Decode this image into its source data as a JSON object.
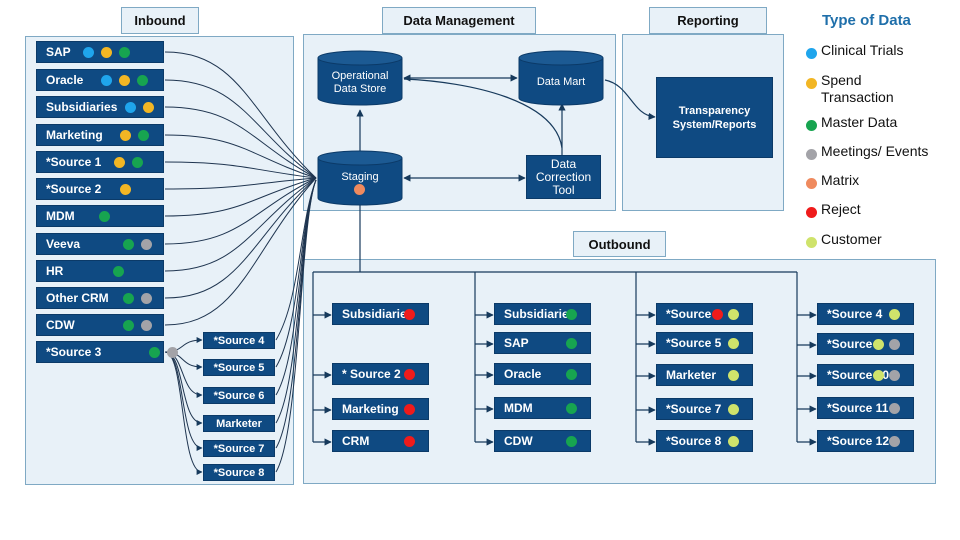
{
  "colors": {
    "clinical": "#1fa5ec",
    "spend": "#f2b624",
    "master": "#17a450",
    "meetings": "#a3a3a8",
    "matrix": "#ef8a5e",
    "reject": "#ef1b1b",
    "customer": "#cfe36b",
    "node": "#0f4a82",
    "panel": "#e8f1f8"
  },
  "sections": {
    "inbound": "Inbound",
    "data_management": "Data Management",
    "reporting": "Reporting",
    "outbound": "Outbound"
  },
  "legend": {
    "title": "Type of Data",
    "items": [
      {
        "key": "clinical",
        "label": "Clinical Trials"
      },
      {
        "key": "spend",
        "label": "Spend Transaction"
      },
      {
        "key": "master",
        "label": "Master Data"
      },
      {
        "key": "meetings",
        "label": "Meetings/ Events"
      },
      {
        "key": "matrix",
        "label": "Matrix"
      },
      {
        "key": "reject",
        "label": "Reject"
      },
      {
        "key": "customer",
        "label": "Customer"
      }
    ]
  },
  "inbound": {
    "sources": [
      {
        "label": "SAP",
        "dots": [
          "clinical",
          "spend",
          "master"
        ]
      },
      {
        "label": "Oracle",
        "dots": [
          "clinical",
          "spend",
          "master"
        ]
      },
      {
        "label": "Subsidiaries",
        "dots": [
          "clinical",
          "spend"
        ]
      },
      {
        "label": "Marketing",
        "dots": [
          "spend",
          "master"
        ]
      },
      {
        "label": "*Source 1",
        "dots": [
          "spend",
          "master"
        ]
      },
      {
        "label": "*Source 2",
        "dots": [
          "spend"
        ]
      },
      {
        "label": "MDM",
        "dots": [
          "master"
        ]
      },
      {
        "label": "Veeva",
        "dots": [
          "master",
          "meetings"
        ]
      },
      {
        "label": "HR",
        "dots": [
          "master"
        ]
      },
      {
        "label": "Other CRM",
        "dots": [
          "master",
          "meetings"
        ]
      },
      {
        "label": "CDW",
        "dots": [
          "master",
          "meetings"
        ]
      },
      {
        "label": "*Source 3",
        "dots": [
          "master",
          "meetings"
        ]
      }
    ],
    "sub_sources": [
      "*Source 4",
      "*Source 5",
      "*Source 6",
      "Marketer",
      "*Source 7",
      "*Source 8"
    ]
  },
  "data_management": {
    "ods": "Operational Data Store",
    "data_mart": "Data Mart",
    "staging": "Staging",
    "staging_dot": "matrix",
    "correction_tool": "Data Correction Tool"
  },
  "reporting": {
    "system": "Transparency System/Reports"
  },
  "outbound": {
    "columns": [
      [
        {
          "label": "Subsidiaries",
          "dots": [
            "reject"
          ]
        },
        {
          "label": "* Source 2",
          "dots": [
            "reject"
          ]
        },
        {
          "label": "Marketing",
          "dots": [
            "reject"
          ]
        },
        {
          "label": "CRM",
          "dots": [
            "reject"
          ]
        }
      ],
      [
        {
          "label": "Subsidiaries",
          "dots": [
            "master"
          ]
        },
        {
          "label": "SAP",
          "dots": [
            "master"
          ]
        },
        {
          "label": "Oracle",
          "dots": [
            "master"
          ]
        },
        {
          "label": "MDM",
          "dots": [
            "master"
          ]
        },
        {
          "label": "CDW",
          "dots": [
            "master"
          ]
        }
      ],
      [
        {
          "label": "*Source 6",
          "dots": [
            "reject",
            "customer"
          ]
        },
        {
          "label": "*Source 5",
          "dots": [
            "customer"
          ]
        },
        {
          "label": "Marketer",
          "dots": [
            "customer"
          ]
        },
        {
          "label": "*Source 7",
          "dots": [
            "customer"
          ]
        },
        {
          "label": "*Source 8",
          "dots": [
            "customer"
          ]
        }
      ],
      [
        {
          "label": "*Source 4",
          "dots": [
            "customer"
          ]
        },
        {
          "label": "*Source 9",
          "dots": [
            "customer",
            "meetings"
          ]
        },
        {
          "label": "*Source 10",
          "dots": [
            "customer",
            "meetings"
          ]
        },
        {
          "label": "*Source 11",
          "dots": [
            "meetings"
          ]
        },
        {
          "label": "*Source 12",
          "dots": [
            "meetings"
          ]
        }
      ]
    ]
  }
}
